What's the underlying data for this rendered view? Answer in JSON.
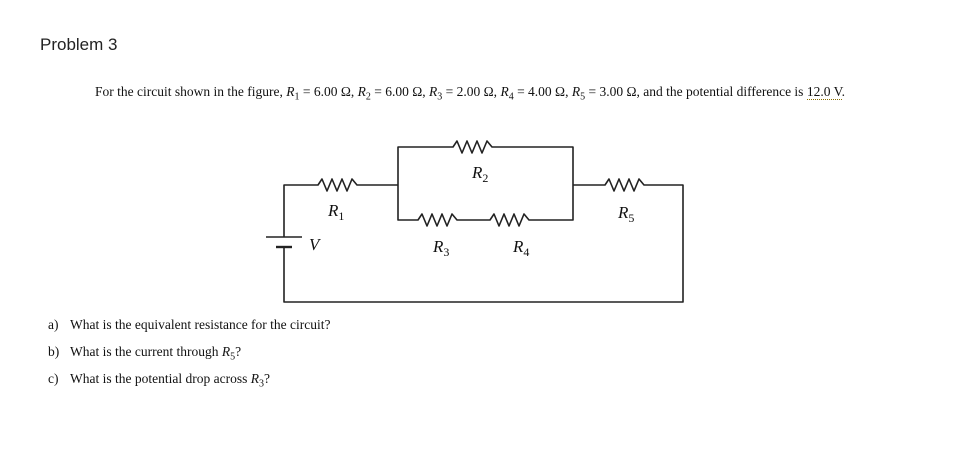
{
  "title": "Problem 3",
  "intro": {
    "part1": "For the circuit shown in the figure,",
    "resistors": [
      {
        "symbol": "R",
        "sub": "1",
        "value": " = 6.00 Ω,"
      },
      {
        "symbol": "R",
        "sub": "2",
        "value": " = 6.00 Ω,"
      },
      {
        "symbol": "R",
        "sub": "3",
        "value": " = 2.00 Ω,"
      },
      {
        "symbol": "R",
        "sub": "4",
        "value": " = 4.00 Ω,"
      },
      {
        "symbol": "R",
        "sub": "5",
        "value": " = 3.00 Ω,"
      }
    ],
    "part2": "and the potential difference is",
    "voltage": "12.0 V",
    "period": "."
  },
  "figure": {
    "r1_sym": "R",
    "r1_sub": "1",
    "r2_sym": "R",
    "r2_sub": "2",
    "r3_sym": "R",
    "r3_sub": "3",
    "r4_sym": "R",
    "r4_sub": "4",
    "r5_sym": "R",
    "r5_sub": "5",
    "v_label": "V"
  },
  "questions": [
    {
      "label": "a)",
      "text": "What is the equivalent resistance for the circuit?"
    },
    {
      "label": "b)",
      "pre": "What is the current through",
      "sym": "R",
      "sub": "5",
      "post": "?"
    },
    {
      "label": "c)",
      "pre": "What is the potential drop across",
      "sym": "R",
      "sub": "3",
      "post": "?"
    }
  ]
}
